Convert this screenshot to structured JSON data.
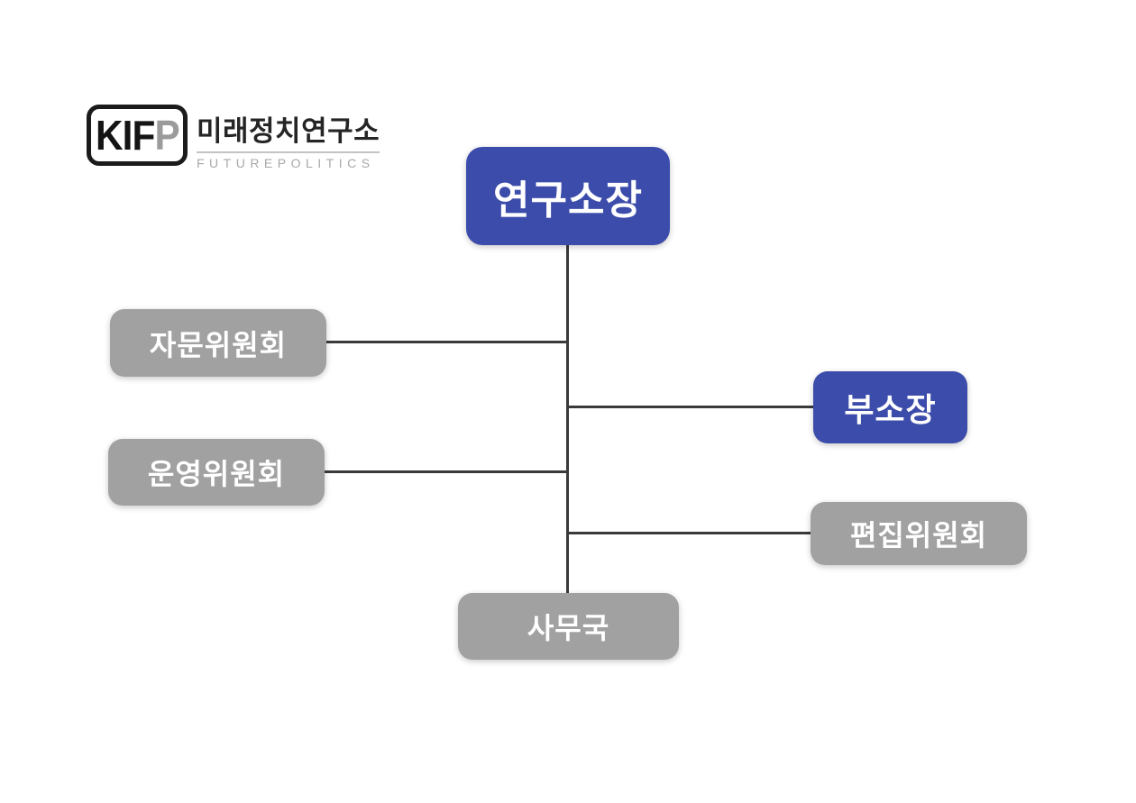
{
  "logo": {
    "acronym_black": "KIF",
    "acronym_gray": "P",
    "korean_name": "미래정치연구소",
    "english_name": "FUTUREPOLITICS"
  },
  "org_chart": {
    "colors": {
      "primary_blue": "#3C4CAB",
      "secondary_gray": "#A1A1A1",
      "connector": "#3A3A3A",
      "node_text": "#FFFFFF"
    },
    "nodes": {
      "director": {
        "label": "연구소장",
        "color": "#3C4CAB",
        "level": "top"
      },
      "advisory": {
        "label": "자문위원회",
        "color": "#A1A1A1",
        "reports_to": "연구소장"
      },
      "deputy": {
        "label": "부소장",
        "color": "#3C4CAB",
        "reports_to": "연구소장"
      },
      "operating": {
        "label": "운영위원회",
        "color": "#A1A1A1",
        "reports_to": "연구소장"
      },
      "editorial": {
        "label": "편집위원회",
        "color": "#A1A1A1",
        "reports_to": "연구소장"
      },
      "secretariat": {
        "label": "사무국",
        "color": "#A1A1A1",
        "reports_to": "연구소장"
      }
    }
  }
}
